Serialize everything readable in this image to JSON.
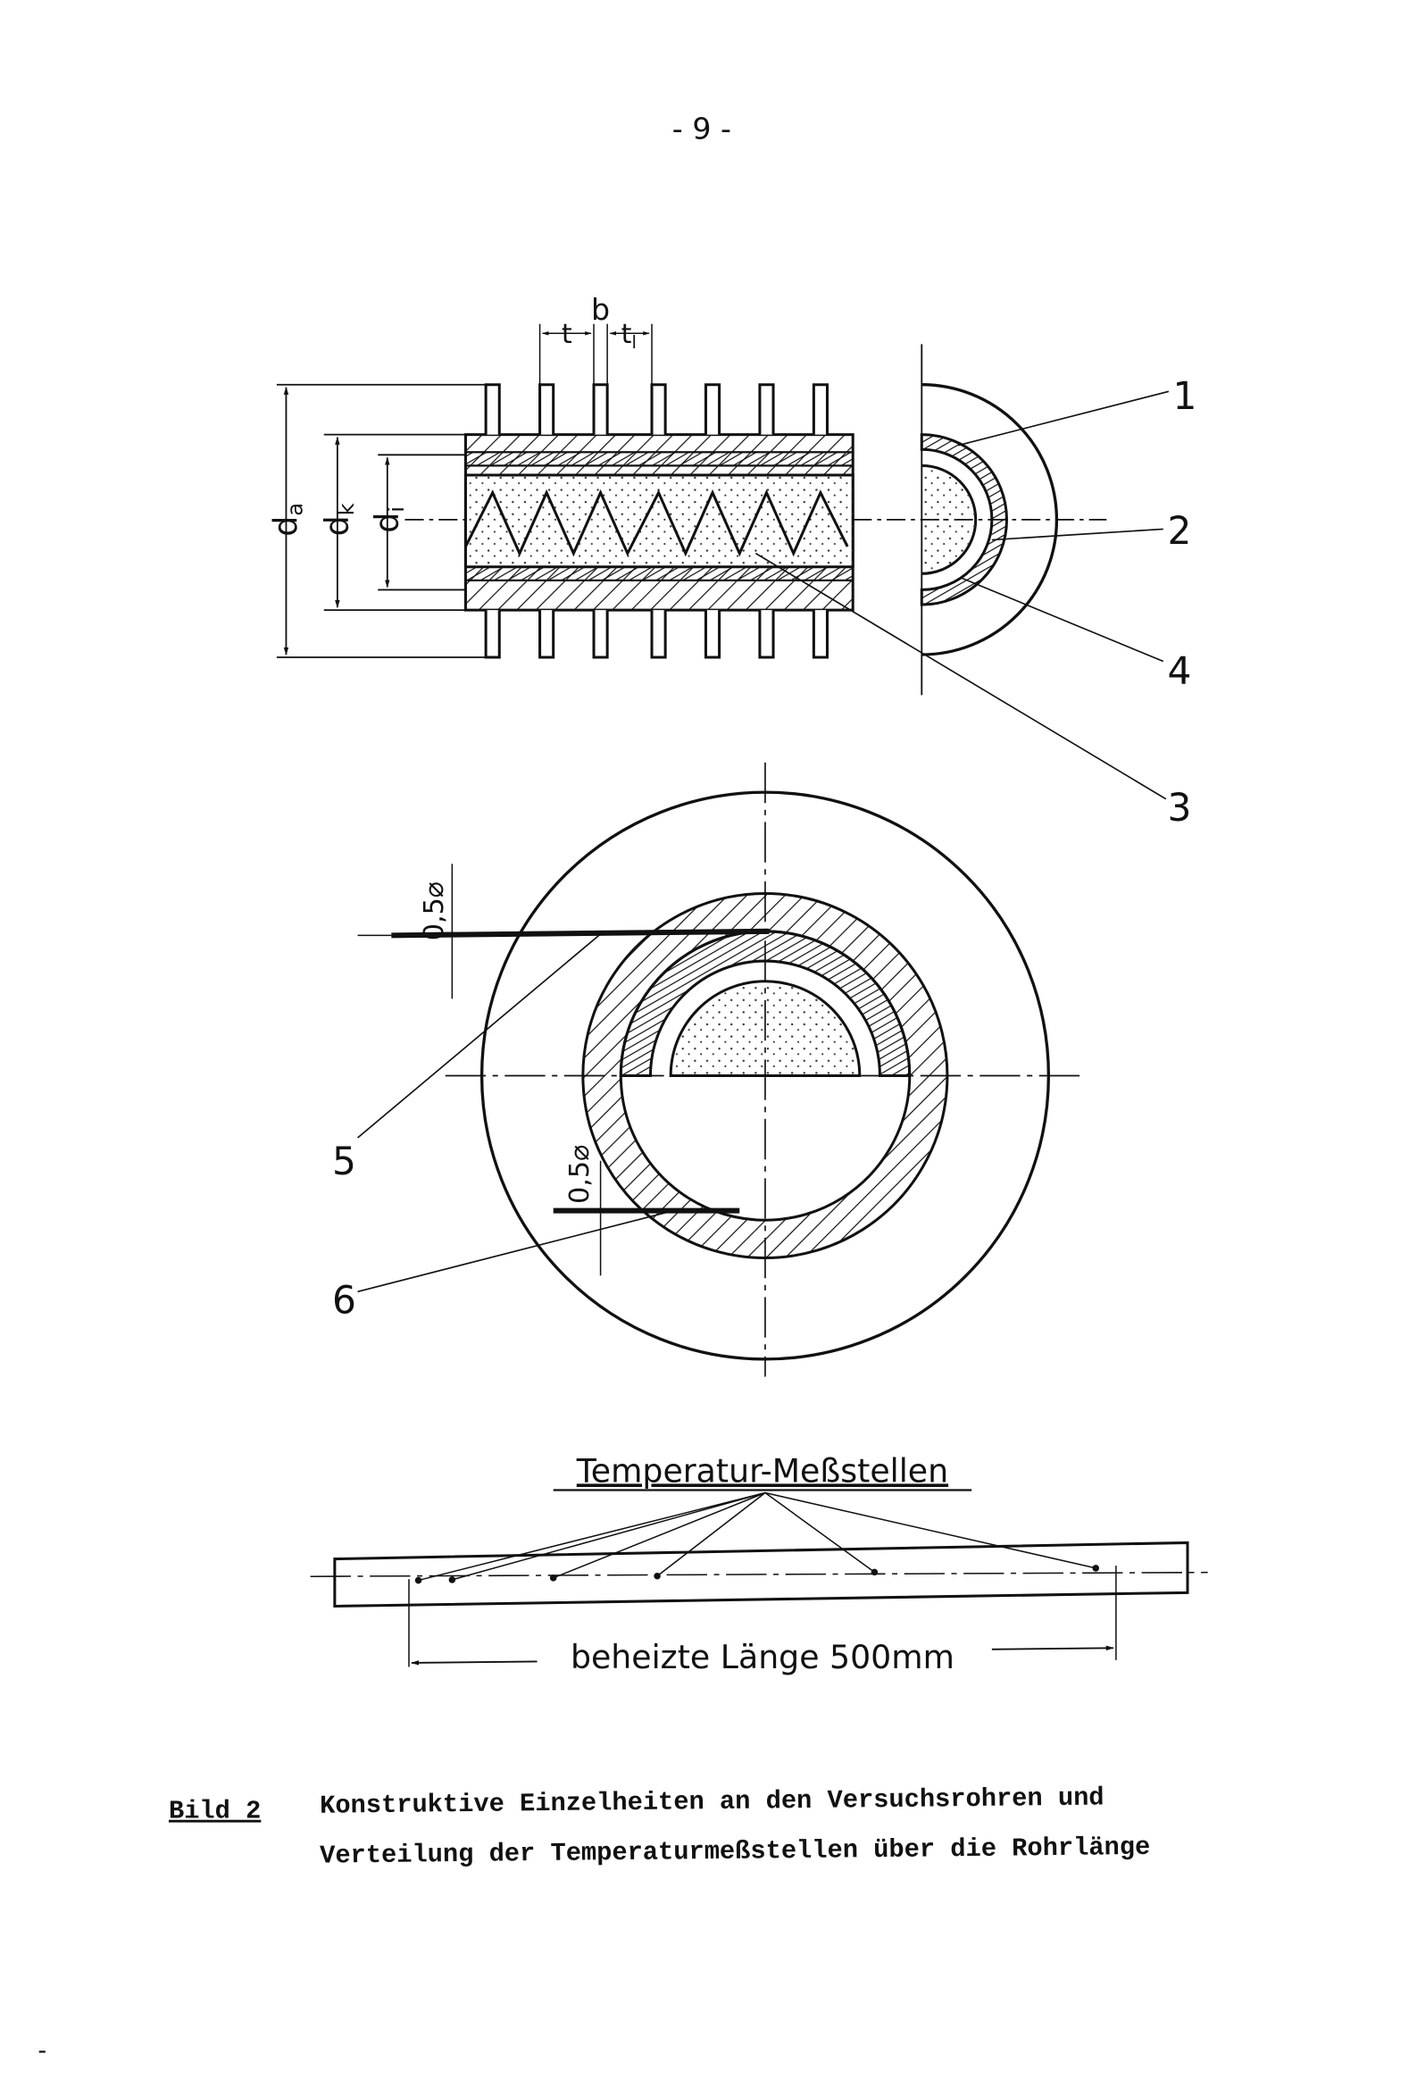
{
  "page_number": "- 9 -",
  "fin_tube": {
    "dim_t": "t",
    "dim_b": "b",
    "dim_tl": "t",
    "dim_tl_sub": "l",
    "dim_da": "d",
    "dim_da_sub": "a",
    "dim_dk": "d",
    "dim_dk_sub": "k",
    "dim_di": "d",
    "dim_di_sub": "i",
    "callouts": [
      "1",
      "2",
      "3",
      "4"
    ]
  },
  "cross_section": {
    "thermocouple_top_dim": "0,5⌀",
    "thermocouple_bottom_dim": "0,5⌀",
    "callouts": [
      "5",
      "6"
    ]
  },
  "rod": {
    "title": "Temperatur-Meßstellen",
    "length_label": "beheizte Länge 500mm",
    "measurement_points": 6
  },
  "caption": {
    "label": "Bild 2",
    "line1": "Konstruktive Einzelheiten an den Versuchsrohren und",
    "line2": "Verteilung der Temperaturmeßstellen über die Rohrlänge"
  },
  "footer_mark": "-"
}
